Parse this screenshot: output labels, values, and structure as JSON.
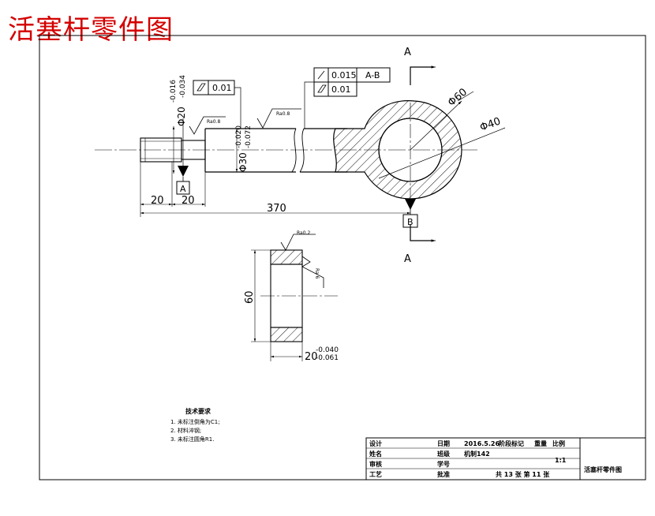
{
  "title": "活塞杆零件图",
  "views": {
    "section_mark_top": "A",
    "section_mark_bottom": "A",
    "datum_a": "A",
    "datum_b": "B",
    "tol_flatness_1": "0.01",
    "tol_runout": "0.015",
    "tol_runout_ref": "A-B",
    "tol_flatness_2": "0.01",
    "tol_upper_20": "-0.016",
    "tol_lower_20": "-0.034",
    "dia_20": "Φ20",
    "tol_upper_30": "-0.020",
    "tol_lower_30": "-0.072",
    "dia_30": "Φ30",
    "dia_60": "Φ60",
    "dia_40": "Φ40",
    "rough_1": "Ra0.8",
    "rough_2": "Ra0.8",
    "rough_3": "Ra0.2",
    "rough_4": "Ra 6",
    "len_20a": "20",
    "len_20b": "20",
    "len_370": "370",
    "section_height": "60",
    "section_width": "20",
    "section_tol_upper": "-0.040",
    "section_tol_lower": "-0.061"
  },
  "notes": {
    "heading": "技术要求",
    "items": [
      "1.   未标注倒角为C1;",
      "2.   材料淬钢;",
      "3.   未标注圆角R1."
    ]
  },
  "title_block": {
    "design": "设计",
    "name": "姓名",
    "review": "审核",
    "process": "工艺",
    "date_label": "日期",
    "date_value": "2016.5.26",
    "class_label": "班级",
    "class_value": "机制142",
    "student_id": "学号",
    "approve": "批准",
    "stage_mark": "阶段标记",
    "weight": "重量",
    "scale": "比例",
    "scale_value": "1:1",
    "sheets": "共 13 张 第 11 张",
    "drawing_name": "活塞杆零件图"
  }
}
